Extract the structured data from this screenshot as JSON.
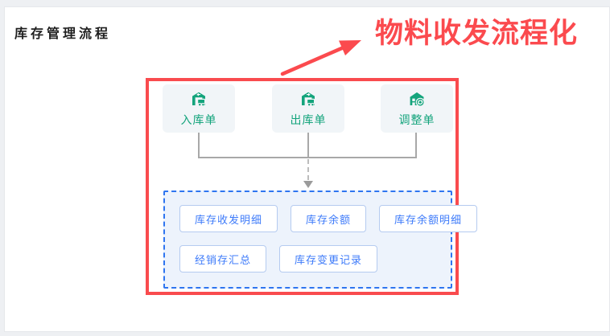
{
  "page": {
    "title": "库存管理流程"
  },
  "annotation": {
    "text": "物料收发流程化"
  },
  "flow": {
    "sources": [
      {
        "label": "入库单",
        "icon": "warehouse-inbound-icon"
      },
      {
        "label": "出库单",
        "icon": "warehouse-outbound-icon"
      },
      {
        "label": "调整单",
        "icon": "warehouse-adjust-icon"
      }
    ],
    "reports": [
      {
        "label": "库存收发明细"
      },
      {
        "label": "库存余额"
      },
      {
        "label": "库存余额明细"
      },
      {
        "label": "经销存汇总"
      },
      {
        "label": "库存变更记录"
      }
    ]
  },
  "colors": {
    "accent_red": "#fb4a4e",
    "icon_green": "#14a47c",
    "report_text_blue": "#3e7bfa",
    "report_border_blue": "#b5cbf0",
    "dashed_border_blue": "#2e75f0",
    "dashed_box_bg": "#edf3fc",
    "source_card_bg": "#f1f5f8",
    "connector_gray": "#a8a8a8",
    "title_color": "#1f1f1f"
  }
}
